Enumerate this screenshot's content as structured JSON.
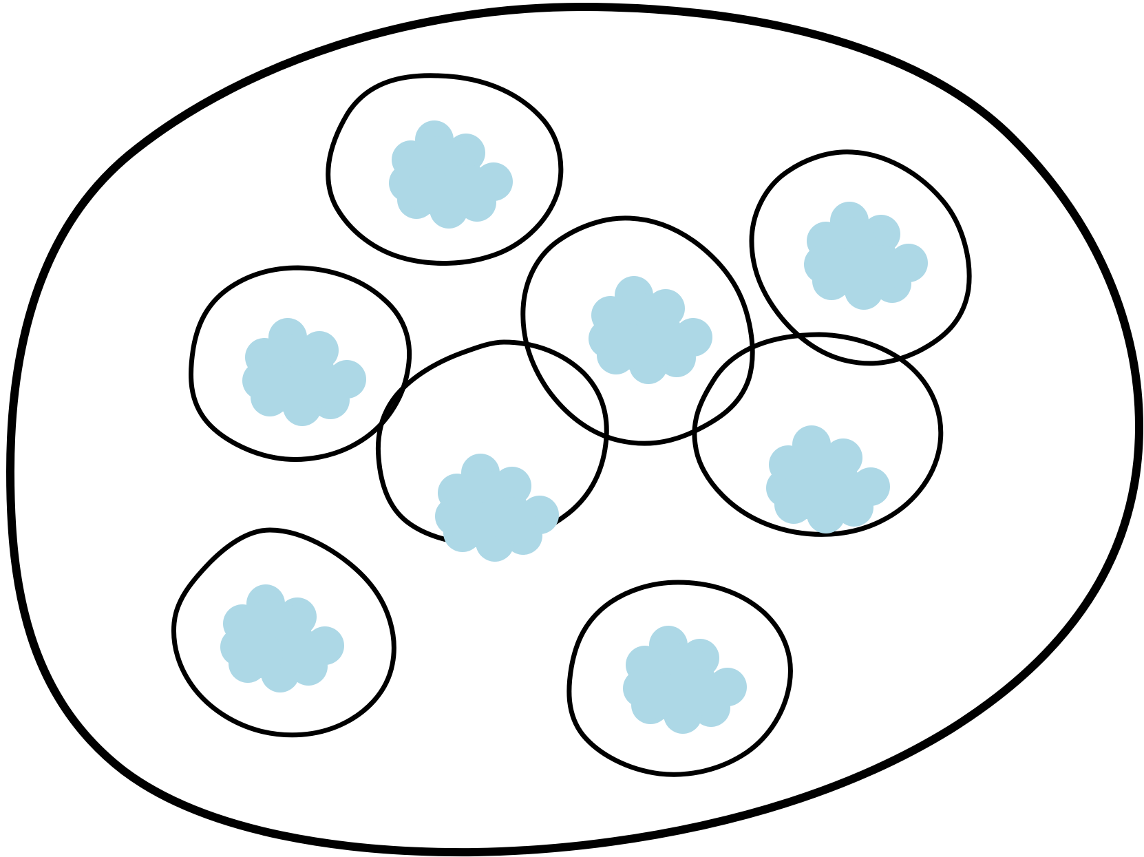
{
  "diagram": {
    "colors": {
      "background": "#ffffff",
      "outline": "#000000",
      "cluster_fill": "#add8e6"
    },
    "outer_container": {
      "shape": "rounded-blob"
    },
    "cells": [
      {
        "name": "cell-1"
      },
      {
        "name": "cell-2"
      },
      {
        "name": "cell-3"
      },
      {
        "name": "cell-4"
      },
      {
        "name": "cell-5"
      },
      {
        "name": "cell-6"
      },
      {
        "name": "cell-7"
      },
      {
        "name": "cell-8"
      }
    ],
    "cluster_circle_count_per_cell": 8
  }
}
